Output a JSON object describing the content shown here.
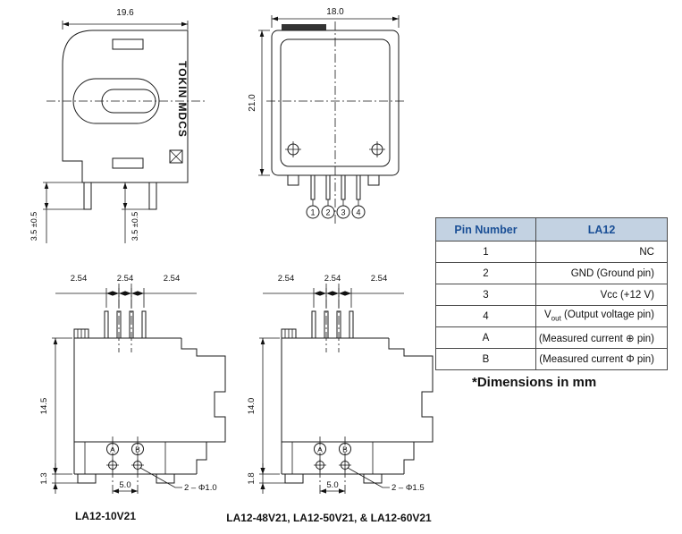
{
  "side_view": {
    "width_dim": "19.6",
    "pin_len_dim_left": "3.5 ±0.5",
    "pin_len_dim_right": "3.5 ±0.5",
    "brand": "TOKIN MDCS"
  },
  "front_view": {
    "width_dim": "18.0",
    "height_dim": "21.0",
    "pins": [
      "1",
      "2",
      "3",
      "4"
    ]
  },
  "variant_a": {
    "title": "LA12-10V21",
    "pitch_left": "2.54",
    "pitch_center": "2.54",
    "pitch_right": "2.54",
    "height_dim": "14.5",
    "standoff_dim": "1.3",
    "hole_span_dim": "5.0",
    "hole_note": "2 – Φ1.0",
    "terminal_a": "A",
    "terminal_b": "B"
  },
  "variant_b": {
    "title": "LA12-48V21, LA12-50V21, & LA12-60V21",
    "pitch_left": "2.54",
    "pitch_center": "2.54",
    "pitch_right": "2.54",
    "height_dim": "14.0",
    "standoff_dim": "1.8",
    "hole_span_dim": "5.0",
    "hole_note": "2 – Φ1.5",
    "terminal_a": "A",
    "terminal_b": "B"
  },
  "pin_table": {
    "header_pin": "Pin Number",
    "header_model": "LA12",
    "rows": [
      {
        "pin": "1",
        "desc": "NC"
      },
      {
        "pin": "2",
        "desc": "GND (Ground pin)"
      },
      {
        "pin": "3",
        "desc": "Vcc (+12 V)"
      },
      {
        "pin": "4",
        "desc_main": "V",
        "desc_sub": "out",
        "desc_rest": " (Output voltage pin)"
      },
      {
        "pin": "A",
        "desc": "(Measured current ⊕ pin)"
      },
      {
        "pin": "B",
        "desc": "(Measured current Φ pin)"
      }
    ],
    "note": "*Dimensions in mm"
  },
  "colors": {
    "table_header_bg": "#c3d2e2",
    "table_header_text": "#1a4f96",
    "line": "#1a1a1a"
  }
}
